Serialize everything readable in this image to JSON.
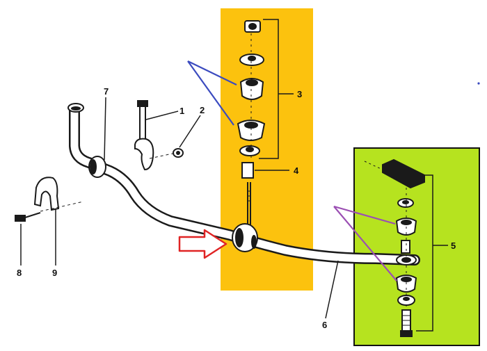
{
  "labels": {
    "part_1": "1",
    "part_2": "2",
    "part_3": "3",
    "part_4": "4",
    "part_5": "5",
    "part_6": "6",
    "part_7": "7",
    "part_8": "8",
    "part_9": "9"
  },
  "colors": {
    "yellow_panel": "#fcc20e",
    "green_panel": "#b6e31f",
    "line_art": "#1a1a1a",
    "blue_pointer": "#3b4bbf",
    "purple_pointer": "#9b4fb3",
    "red_arrow": "#e02424"
  }
}
